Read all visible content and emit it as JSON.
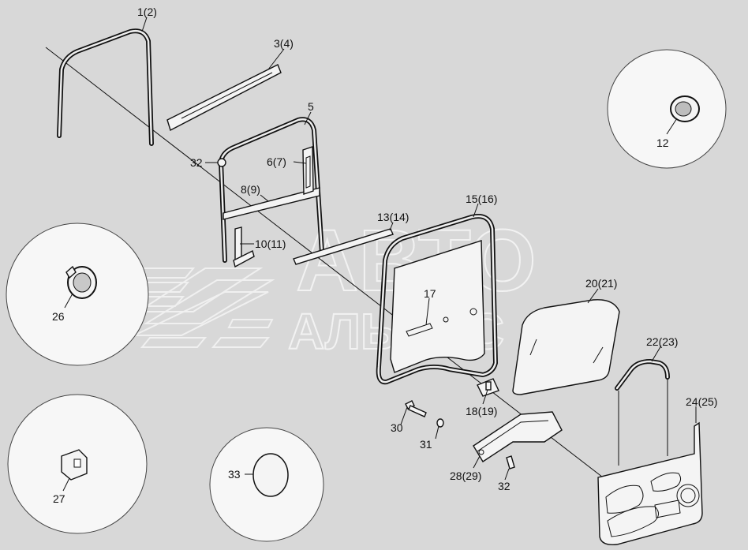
{
  "watermark": {
    "line1": "АВТО",
    "line2": "АЛЬЯНС"
  },
  "callouts": [
    {
      "id": "c1",
      "text": "1(2)"
    },
    {
      "id": "c3",
      "text": "3(4)"
    },
    {
      "id": "c5",
      "text": "5"
    },
    {
      "id": "c6",
      "text": "6(7)"
    },
    {
      "id": "c8",
      "text": "8(9)"
    },
    {
      "id": "c10",
      "text": "10(11)"
    },
    {
      "id": "c12",
      "text": "12"
    },
    {
      "id": "c13",
      "text": "13(14)"
    },
    {
      "id": "c15",
      "text": "15(16)"
    },
    {
      "id": "c17",
      "text": "17"
    },
    {
      "id": "c18",
      "text": "18(19)"
    },
    {
      "id": "c20",
      "text": "20(21)"
    },
    {
      "id": "c22",
      "text": "22(23)"
    },
    {
      "id": "c24",
      "text": "24(25)"
    },
    {
      "id": "c26",
      "text": "26"
    },
    {
      "id": "c27",
      "text": "27"
    },
    {
      "id": "c28",
      "text": "28(29)"
    },
    {
      "id": "c30",
      "text": "30"
    },
    {
      "id": "c31",
      "text": "31"
    },
    {
      "id": "c32a",
      "text": "32"
    },
    {
      "id": "c32b",
      "text": "32"
    },
    {
      "id": "c33",
      "text": "33"
    }
  ]
}
